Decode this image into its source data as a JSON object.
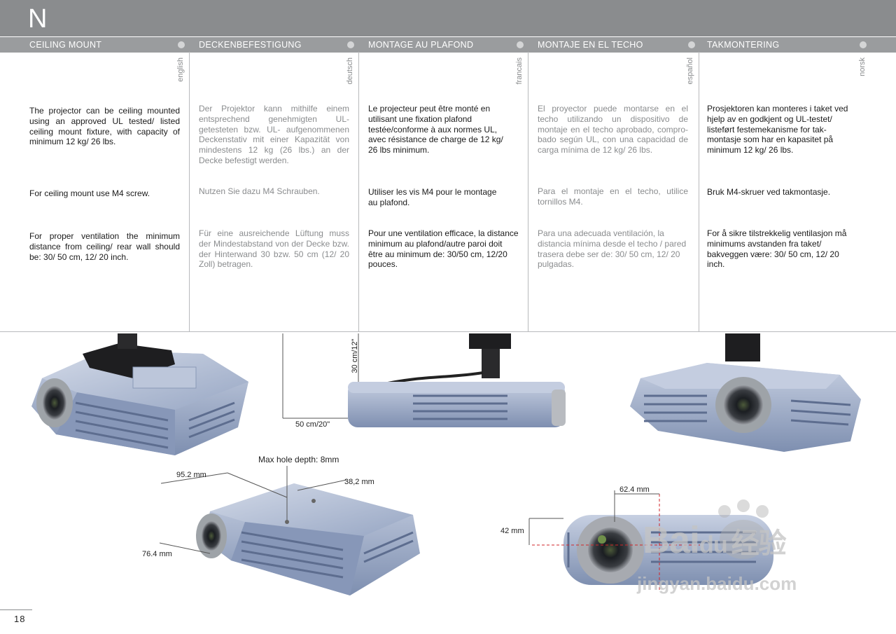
{
  "header": {
    "letter": "N"
  },
  "columns": [
    {
      "heading": "CEILING MOUNT",
      "language": "english",
      "paragraphs": [
        "The projector can be ceiling mounted using an approved UL tested/ listed ceiling mount fixture, with  capacity of minimum 12 kg/ 26 lbs.",
        "For ceiling mount use M4 screw.",
        "For proper ventilation the minimum distance from ceiling/ rear wall should be: 30/ 50 cm, 12/ 20 inch."
      ]
    },
    {
      "heading": "DECKENBEFESTIGUNG",
      "language": "deutsch",
      "paragraphs": [
        "Der Projektor kann mithilfe einem entsprechend genehmigten UL-getesteten bzw. UL- aufgenommenen Deckenstativ mit einer Kapazität von mindestens 12 kg (26 lbs.) an der Decke befestigt werden.",
        "Nutzen Sie dazu M4 Schrauben.",
        "Für eine ausreichende Lüftung muss der Mindestabstand von der Decke bzw. der Hinterwand 30 bzw. 50 cm (12/ 20 Zoll) betragen."
      ]
    },
    {
      "heading": "MONTAGE AU PLAFOND",
      "language": "francais",
      "paragraphs": [
        "Le projecteur peut être monté en utilisant une fixation plafond testée/conforme à aux normes UL, avec résistance de charge de 12 kg/ 26 lbs minimum.",
        "Utiliser les vis M4 pour le montage au plafond.",
        "Pour une ventilation efficace, la distance minimum au plafond/autre paroi doit être au minimum de: 30/50 cm, 12/20 pouces."
      ]
    },
    {
      "heading": "MONTAJE EN EL TECHO",
      "language": "español",
      "paragraphs": [
        "El proyector puede montarse en el techo utilizando un dispositivo de montaje en el techo aprobado, compro-bado según UL, con una capacidad de carga mínima de 12 kg/ 26 lbs.",
        "Para el montaje en el techo, utilice tornillos M4.",
        "Para una adecuada ventilación, la distancia mínima desde el techo / pared trasera debe ser de: 30/ 50 cm, 12/ 20 pulgadas."
      ]
    },
    {
      "heading": "TAKMONTERING",
      "language": "norsk",
      "paragraphs": [
        "Prosjektoren kan monteres i taket ved hjelp av en godkjent og UL-testet/ listeført festemekanisme for tak-montasje som har en kapasitet på minimum 12 kg/ 26 lbs.",
        "Bruk M4-skruer ved takmontasje.",
        "For å sikre tilstrekkelig ventilasjon må minimums avstanden fra taket/ bakveggen være: 30/ 50 cm, 12/ 20 inch."
      ]
    }
  ],
  "figures": {
    "distance_vertical": "30 cm/12\"",
    "distance_horizontal": "50 cm/20\"",
    "max_hole_depth": "Max hole depth: 8mm",
    "dim_a": "95.2 mm",
    "dim_b": "38,2 mm",
    "dim_c": "76.4 mm",
    "dim_d": "62.4 mm",
    "dim_e": "42 mm"
  },
  "watermark": {
    "main": "Bai",
    "paw": "du",
    "cn": "经验",
    "url": "jingyan.baidu.com"
  },
  "footer": {
    "page_number": "18"
  },
  "colors": {
    "topbar": "#8a8c8e",
    "header_row": "#9a9c9e",
    "projector_body": "#a9b6cf",
    "accent_red": "#d2262a"
  }
}
